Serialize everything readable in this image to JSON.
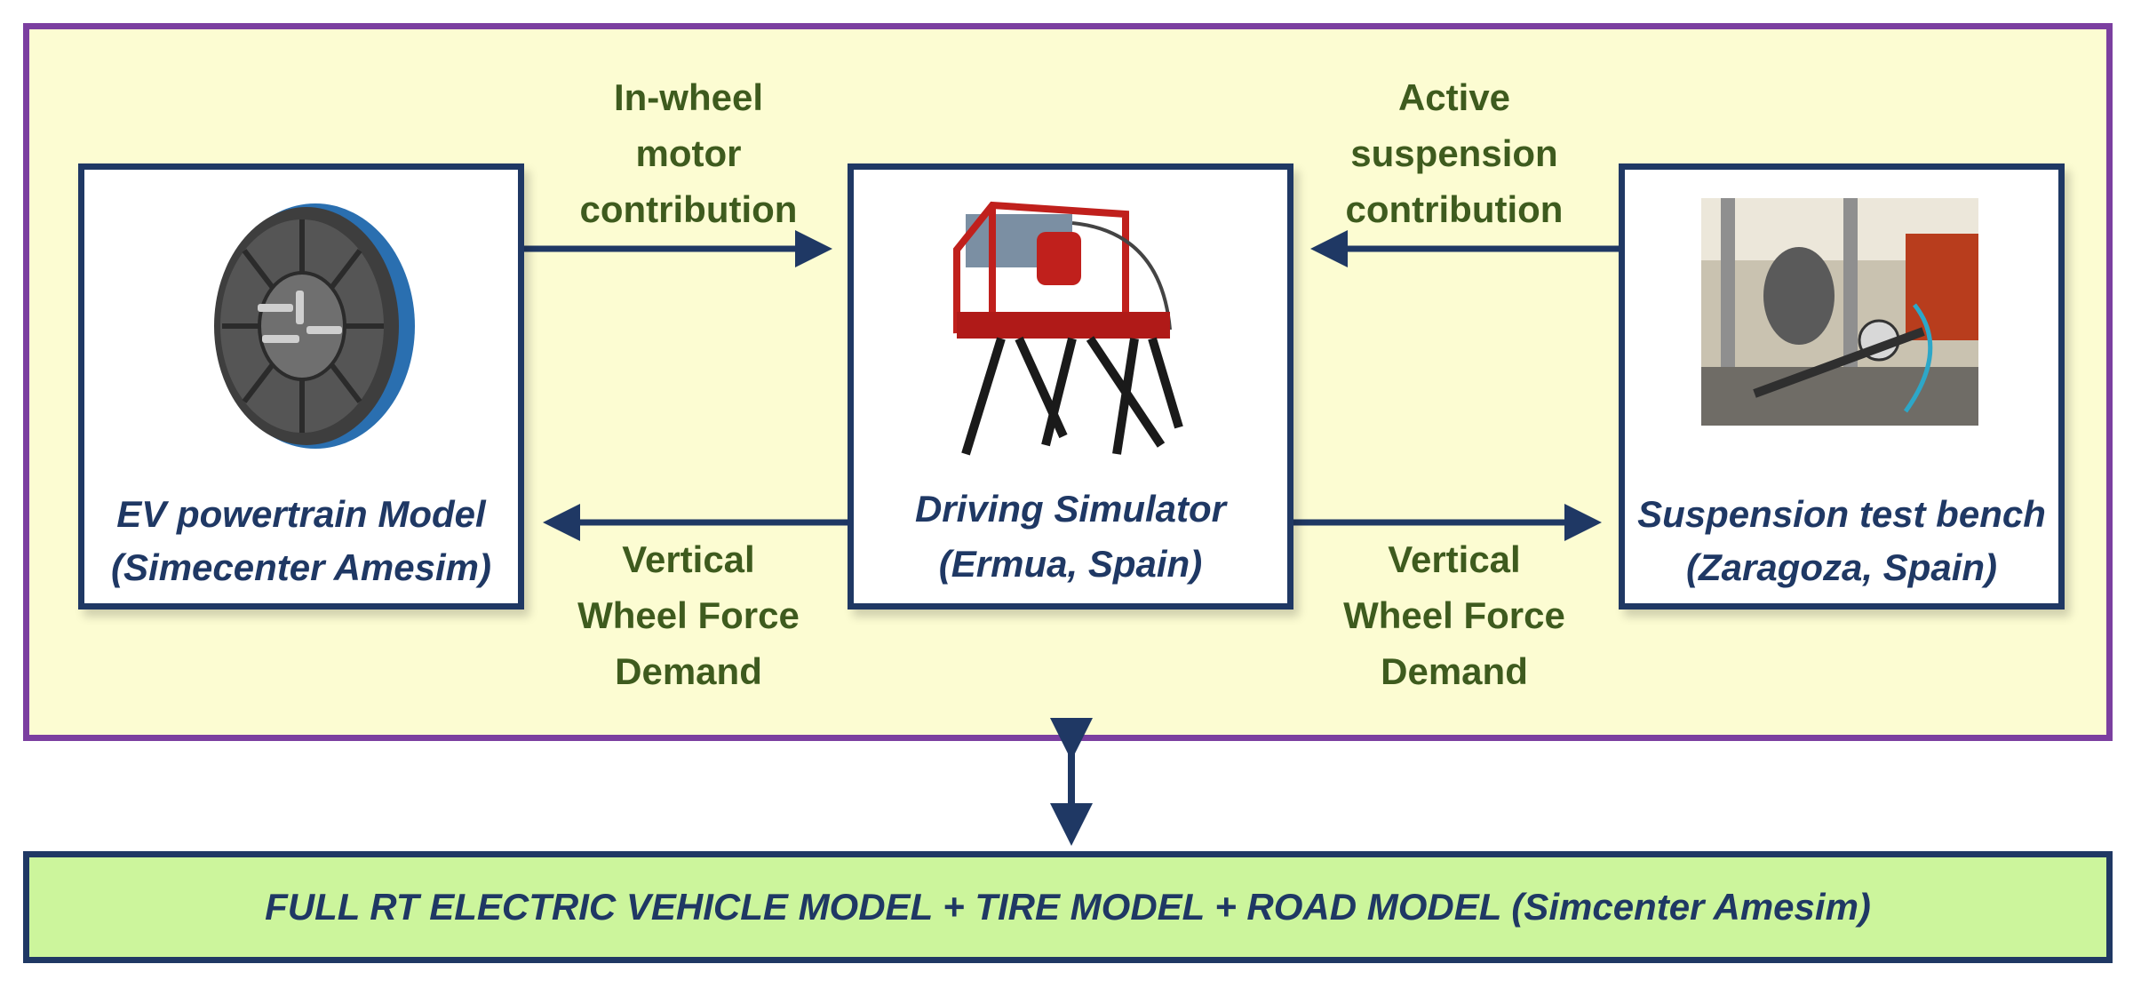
{
  "colors": {
    "outer_border": "#7b3fa0",
    "outer_fill": "#fcfcd2",
    "box_border": "#1f3864",
    "arrow": "#1f3864",
    "flow_text": "#3e5b1e",
    "bottom_fill": "#ccf59c"
  },
  "nodes": {
    "ev": {
      "line1": "EV powertrain Model",
      "line2": "(Simecenter Amesim)",
      "icon": "in-wheel-motor-icon"
    },
    "sim": {
      "line1": "Driving Simulator",
      "line2": "(Ermua, Spain)",
      "icon": "driving-simulator-icon"
    },
    "bench": {
      "line1": "Suspension test bench",
      "line2": "(Zaragoza, Spain)",
      "icon": "suspension-test-bench-icon"
    }
  },
  "flows": {
    "motor": [
      "In-wheel",
      "motor",
      "contribution"
    ],
    "suspension": [
      "Active",
      "suspension",
      "contribution"
    ],
    "force_left": [
      "Vertical",
      "Wheel Force",
      "Demand"
    ],
    "force_right": [
      "Vertical",
      "Wheel Force",
      "Demand"
    ]
  },
  "bottom": {
    "label": "FULL RT ELECTRIC VEHICLE MODEL + TIRE MODEL + ROAD MODEL (Simcenter Amesim)"
  }
}
